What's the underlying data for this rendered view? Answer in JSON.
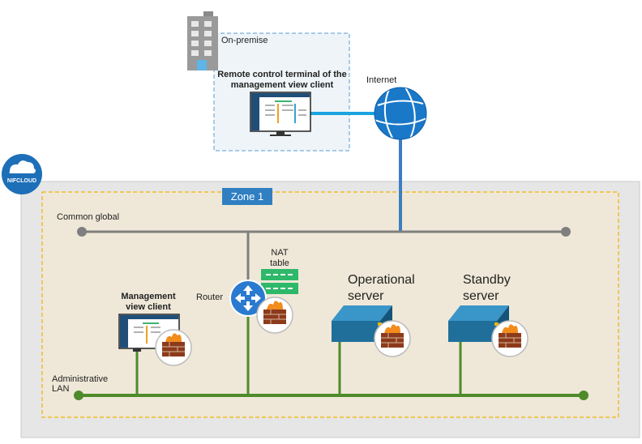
{
  "cloud_logo": {
    "text": "NIFCLOUD",
    "color": "#1d6fb8"
  },
  "onpremise": {
    "label": "On-premise",
    "terminal_label": "Remote control terminal of the management view client"
  },
  "internet": {
    "label": "Internet"
  },
  "zone": {
    "label": "Zone 1"
  },
  "networks": {
    "common_global": "Common global",
    "administrative_lan": "Administrative LAN"
  },
  "nat": {
    "label": "NAT table"
  },
  "router": {
    "label": "Router"
  },
  "management_client": {
    "label": "Management view client"
  },
  "operational_server": {
    "label": "Operational server"
  },
  "standby_server": {
    "label": "Standby server"
  },
  "colors": {
    "accent": "#2f7fc1",
    "zone_bg": "#efe8d8",
    "zone_border": "#f0b400",
    "global_line": "#7f7f7f",
    "lan_line": "#4f8a2b",
    "link_line": "#1aa3e0",
    "server": "#1f6f9a"
  }
}
